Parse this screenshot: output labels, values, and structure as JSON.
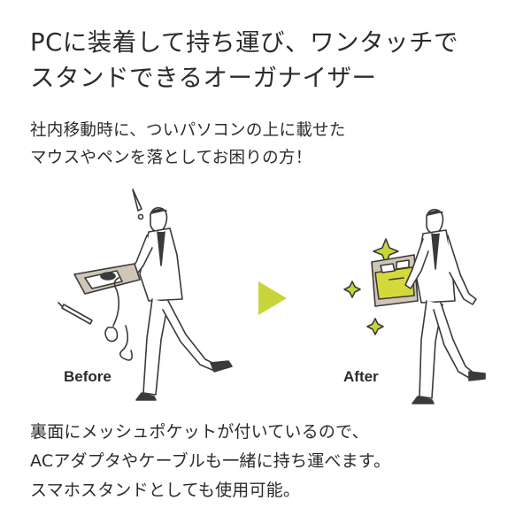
{
  "headline": {
    "line1": "PCに装着して持ち運び、ワンタッチで",
    "line2": "スタンドできるオーガナイザー"
  },
  "subhead": {
    "line1": "社内移動時に、ついパソコンの上に載せた",
    "line2": "マウスやペンを落としてお困りの方！"
  },
  "illustration": {
    "before_label": "Before",
    "after_label": "After",
    "arrow_icon": "play-triangle-icon",
    "colors": {
      "accent": "#c8d53a",
      "line": "#3a3a3a",
      "tablet": "#cfc6b8",
      "bag": "#d4d93a"
    }
  },
  "footer": {
    "line1": "裏面にメッシュポケットが付いているので、",
    "line2": "ACアダプタやケーブルも一緒に持ち運べます。",
    "line3": "スマホスタンドとしても使用可能。"
  }
}
